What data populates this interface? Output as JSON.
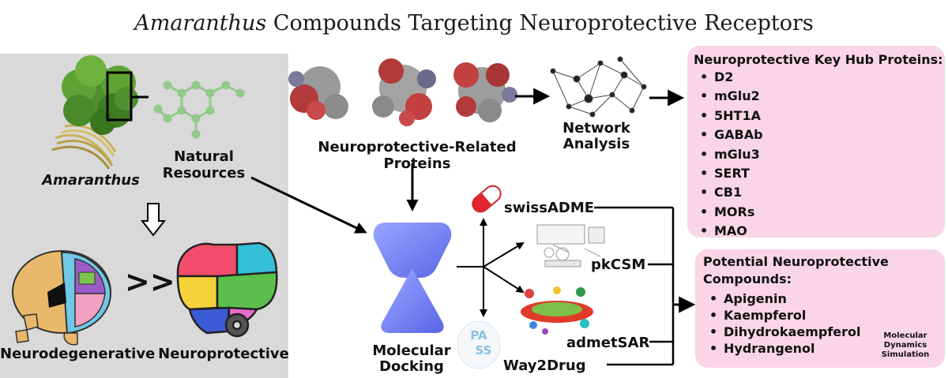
{
  "title": {
    "italic": "Amaranthus",
    "rest": " Compounds Targeting Neuroprotective Receptors"
  },
  "labels": {
    "amaranthus": "Amaranthus",
    "natural_resources_1": "Natural",
    "natural_resources_2": "Resources",
    "neurodegenerative": "Neurodegenerative",
    "neuroprotective": "Neuroprotective",
    "proteins": "Neuroprotective-Related Proteins",
    "network_1": "Network",
    "network_2": "Analysis",
    "docking_1": "Molecular",
    "docking_2": "Docking",
    "swissadme": "swissADME",
    "pkcsm": "pkCSM",
    "admetsar": "admetSAR",
    "way2drug": "Way2Drug",
    "pass_1": "PA",
    "pass_2": "SS",
    "md_1": "Molecular",
    "md_2": "Dynamics",
    "md_3": "Simulation",
    "chevrons": ">>>"
  },
  "hub": {
    "heading": "Neuroprotective Key Hub Proteins:",
    "items": [
      "D2",
      "mGlu2",
      "5HT1A",
      "GABAb",
      "mGlu3",
      "SERT",
      "CB1",
      "MORs",
      "MAO"
    ]
  },
  "compounds": {
    "heading_1": "Potential Neuroprotective",
    "heading_2": "Compounds:",
    "items": [
      "Apigenin",
      "Kaempferol",
      "Dihydrokaempferol",
      "Hydrangenol"
    ]
  },
  "colors": {
    "panel_gray": "#d9d9d9",
    "box_pink": "#f9d5e5",
    "docking_blue": "#6f7ff0",
    "check_green": "#4caf50",
    "md_orange": "#f7a21b"
  }
}
